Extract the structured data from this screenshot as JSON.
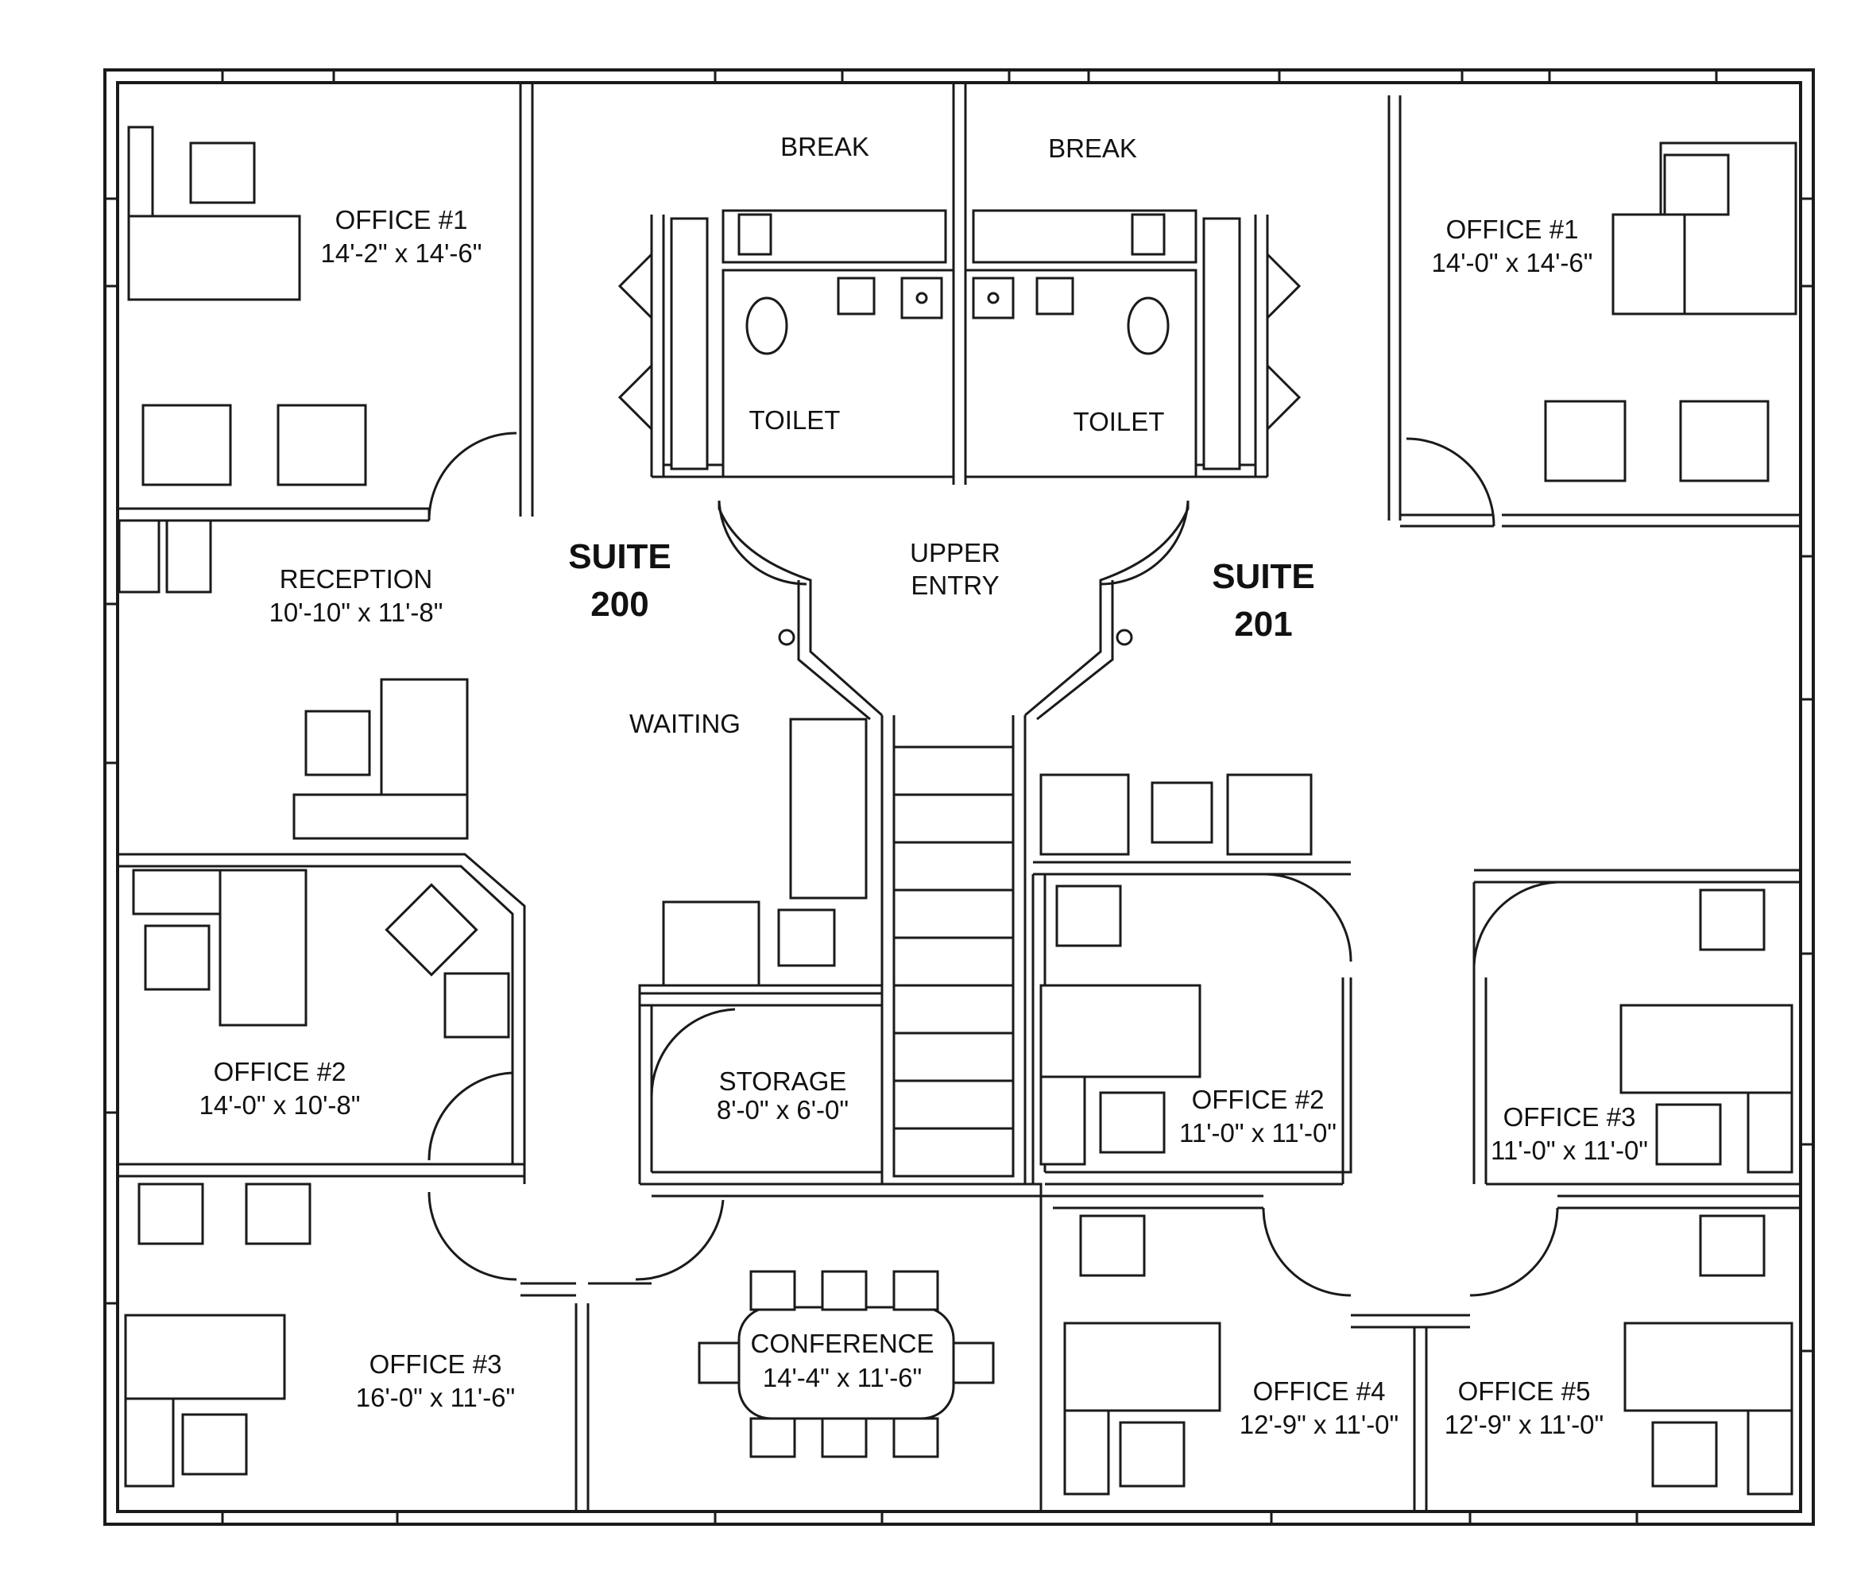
{
  "rooms": {
    "break_left": {
      "name": "BREAK"
    },
    "break_right": {
      "name": "BREAK"
    },
    "toilet_left": {
      "name": "TOILET"
    },
    "toilet_right": {
      "name": "TOILET"
    },
    "upper_entry": {
      "line1": "UPPER",
      "line2": "ENTRY"
    },
    "suite_200": {
      "line1": "SUITE",
      "line2": "200"
    },
    "suite_201": {
      "line1": "SUITE",
      "line2": "201"
    },
    "s200_office1": {
      "name": "OFFICE #1",
      "size": "14'-2\" x 14'-6\""
    },
    "s201_office1": {
      "name": "OFFICE #1",
      "size": "14'-0\" x 14'-6\""
    },
    "reception": {
      "name": "RECEPTION",
      "size": "10'-10\" x 11'-8\""
    },
    "waiting": {
      "name": "WAITING"
    },
    "s200_office2": {
      "name": "OFFICE #2",
      "size": "14'-0\" x 10'-8\""
    },
    "storage": {
      "name": "STORAGE",
      "size": "8'-0\" x 6'-0\""
    },
    "s200_office3": {
      "name": "OFFICE #3",
      "size": "16'-0\" x 11'-6\""
    },
    "conference": {
      "name": "CONFERENCE",
      "size": "14'-4\" x 11'-6\""
    },
    "s201_office2": {
      "name": "OFFICE #2",
      "size": "11'-0\" x 11'-0\""
    },
    "s201_office3": {
      "name": "OFFICE #3",
      "size": "11'-0\" x 11'-0\""
    },
    "s201_office4": {
      "name": "OFFICE #4",
      "size": "12'-9\" x 11'-0\""
    },
    "s201_office5": {
      "name": "OFFICE #5",
      "size": "12'-9\" x 11'-0\""
    }
  }
}
